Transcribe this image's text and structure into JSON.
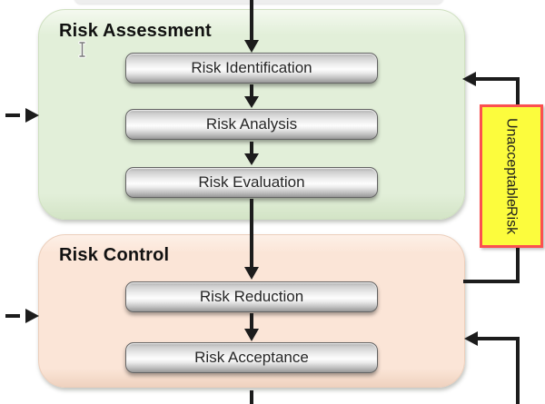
{
  "diagram": {
    "assessment": {
      "title": "Risk Assessment",
      "steps": [
        "Risk Identification",
        "Risk Analysis",
        "Risk Evaluation"
      ]
    },
    "control": {
      "title": "Risk Control",
      "steps": [
        "Risk Reduction",
        "Risk Acceptance"
      ]
    },
    "feedback_label": {
      "line1": "Unacceptable",
      "line2": "Risk"
    },
    "colors": {
      "assessment_fill": "#e2efd9",
      "control_fill": "#fbe5d7",
      "unacceptable_fill": "#fcfc3d",
      "unacceptable_border": "#fb5050",
      "connector": "#1c1c1c",
      "title_text": "#111111",
      "pill_text": "#262626"
    }
  }
}
